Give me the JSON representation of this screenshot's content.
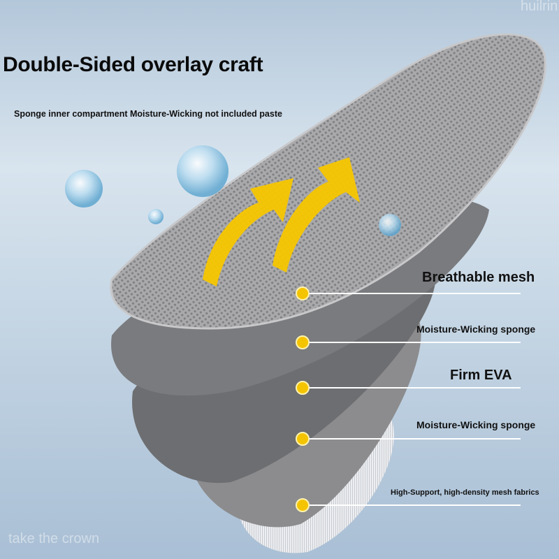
{
  "headline": "Double-Sided overlay craft",
  "subheadline": "Sponge inner compartment Moisture-Wicking not included paste",
  "layers": [
    {
      "label": "Breathable mesh"
    },
    {
      "label": "Moisture-Wicking sponge"
    },
    {
      "label": "Firm EVA"
    },
    {
      "label": "Moisture-Wicking sponge"
    },
    {
      "label": "High-Support, high-density mesh fabrics"
    }
  ],
  "watermarks": {
    "top_right": "huilrin",
    "bottom_left": "take the crown"
  },
  "colors": {
    "marker": "#f5c400",
    "arrow": "#f7c600"
  }
}
